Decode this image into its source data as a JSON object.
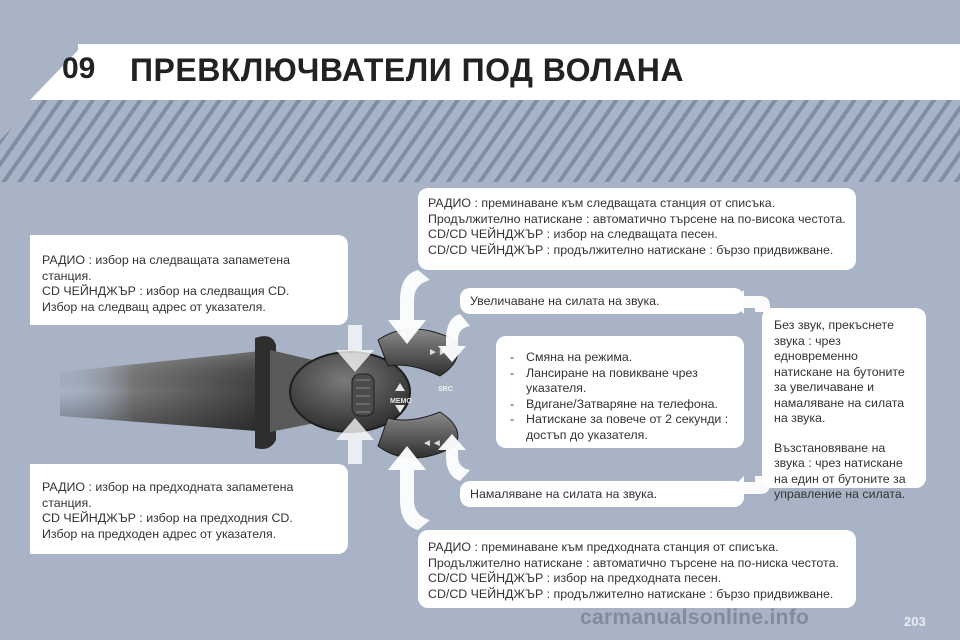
{
  "header": {
    "chapter": "09",
    "title": "ПРЕВКЛЮЧВАТЕЛИ ПОД ВОЛАНА"
  },
  "boxes": {
    "left_top": [
      "РАДИО : избор на следващата запаметена станция.",
      "CD ЧЕЙНДЖЪР : избор на следващия CD.",
      "Избор на следващ адрес от указателя."
    ],
    "left_bottom": [
      "РАДИО : избор на предходната запаметена станция.",
      "CD ЧЕЙНДЖЪР : избор на предходния CD.",
      "Избор на предходен адрес от указателя."
    ],
    "top_right": [
      "РАДИО : преминаване към следващата станция от списъка.",
      "Продължително натискане : автоматично търсене на по-висока честота.",
      "CD/CD ЧЕЙНДЖЪР : избор на следващата песен.",
      "CD/CD ЧЕЙНДЖЪР : продължително натискане : бързо придвижване."
    ],
    "bottom_right": [
      "РАДИО : преминаване към предходната станция от списъка.",
      "Продължително натискане : автоматично търсене на по-ниска честота.",
      "CD/CD ЧЕЙНДЖЪР : избор на предходната песен.",
      "CD/CD ЧЕЙНДЖЪР : продължително натискане : бързо придвижване."
    ],
    "volume_up": "Увеличаване на силата на звука.",
    "volume_down": "Намаляване на силата на звука.",
    "center": [
      "Смяна на режима.",
      "Лансиране на повикване чрез указателя.",
      "Вдигане/Затваряне на телефона.",
      "Натискане за повече от 2 секунди : достъп до указателя."
    ],
    "mute": [
      "Без звук, прекъснете звука : чрез едновременно натискане на бутоните за увеличаване и намаляване на силата на звука.",
      "Възстановяване на звука : чрез натискане на един от бутоните за управление на силата."
    ]
  },
  "control_labels": {
    "memo": "MEMO",
    "src": "SRC"
  },
  "footer": {
    "page_number": "203",
    "watermark": "carmanualsonline.info"
  }
}
